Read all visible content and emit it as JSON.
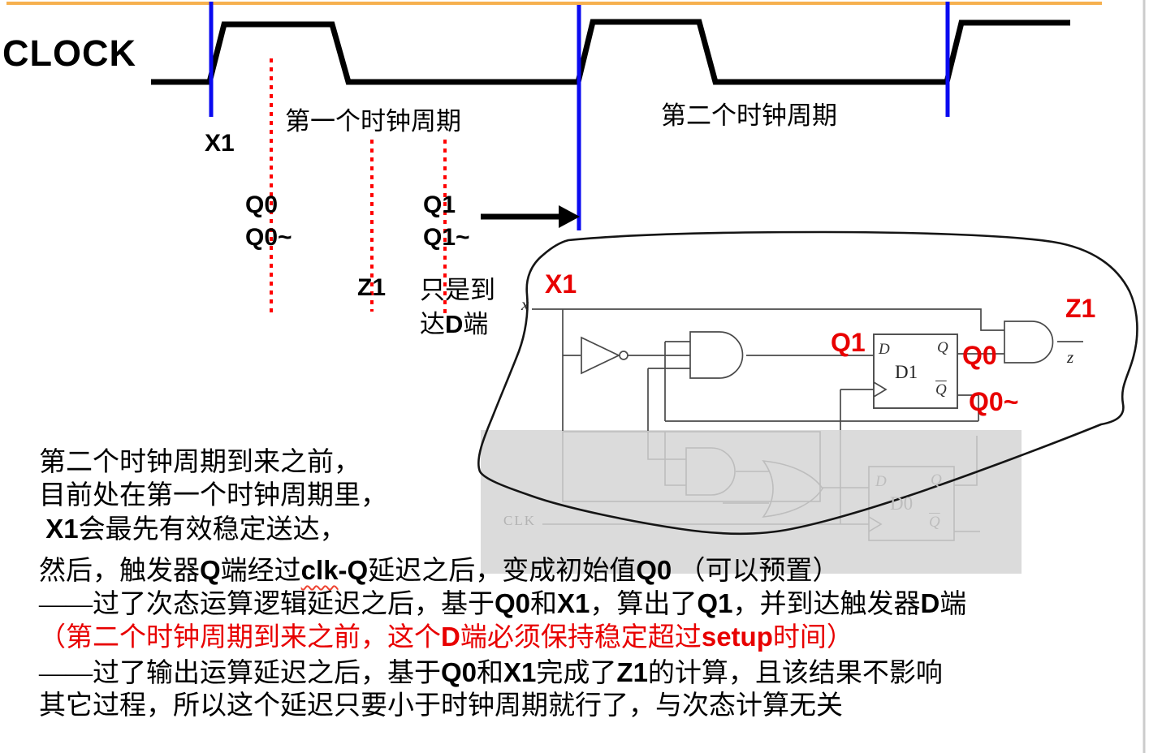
{
  "colors": {
    "accent_orange": "#F6B04E",
    "edge_blue": "#0A0AF0",
    "marker_red": "#FF0000",
    "label_red": "#E80000",
    "overlay_gray": "#DBDBDB"
  },
  "waveform": {
    "clock_label": "CLOCK",
    "period1_label": "第一个时钟周期",
    "period2_label": "第二个时钟周期"
  },
  "timing_labels": {
    "x1": "X1",
    "q0": "Q0",
    "q0_bar": "Q0~",
    "q1": "Q1",
    "q1_bar": "Q1~",
    "z1": "Z1",
    "z1_note_line1": "只是到",
    "z1_note_line2_segments": [
      {
        "t": "达"
      },
      {
        "t": "D",
        "b": true
      },
      {
        "t": "端"
      }
    ]
  },
  "circuit": {
    "input_label": "x",
    "output_label": "z",
    "clk_label": "CLK",
    "ff1": {
      "name": "D1",
      "d": "D",
      "q": "Q",
      "qbar": "Q"
    },
    "ff0": {
      "name": "D0",
      "d": "D",
      "q": "Q",
      "qbar": "Q"
    },
    "red_labels": {
      "x1": "X1",
      "q1": "Q1",
      "q0": "Q0",
      "q0_bar": "Q0~",
      "z1": "Z1"
    }
  },
  "paragraph": {
    "lines": [
      {
        "segments": [
          {
            "t": "第二个时钟周期到来之前，"
          }
        ]
      },
      {
        "segments": [
          {
            "t": "目前处在第一个时钟周期里，"
          }
        ]
      },
      {
        "segments": [
          {
            "t": " "
          },
          {
            "t": "X1",
            "b": true
          },
          {
            "t": "会最先有效稳定送达，"
          }
        ]
      },
      {
        "segments": [
          {
            "t": "然后，触发器"
          },
          {
            "t": "Q",
            "b": true
          },
          {
            "t": "端经过"
          },
          {
            "t": "clk",
            "b": true,
            "wavy": true
          },
          {
            "t": "-Q",
            "b": true
          },
          {
            "t": "延迟之后，变成初始值"
          },
          {
            "t": "Q0",
            "b": true
          },
          {
            "t": " （可以预置）"
          }
        ]
      },
      {
        "segments": [
          {
            "t": "——过了次态运算逻辑延迟之后，基于"
          },
          {
            "t": "Q0",
            "b": true
          },
          {
            "t": "和"
          },
          {
            "t": "X1",
            "b": true
          },
          {
            "t": "，算出了"
          },
          {
            "t": "Q1",
            "b": true
          },
          {
            "t": "，并到达触发器"
          },
          {
            "t": "D",
            "b": true
          },
          {
            "t": "端"
          }
        ]
      },
      {
        "segments": [
          {
            "t": "（第二个时钟周期到来之前，这个"
          },
          {
            "t": "D",
            "b": true
          },
          {
            "t": "端必须保持稳定超过"
          },
          {
            "t": "setup",
            "b": true
          },
          {
            "t": "时间）"
          }
        ]
      },
      {
        "segments": [
          {
            "t": "——过了输出运算延迟之后，基于"
          },
          {
            "t": "Q0",
            "b": true
          },
          {
            "t": "和"
          },
          {
            "t": "X1",
            "b": true
          },
          {
            "t": "完成了"
          },
          {
            "t": "Z1",
            "b": true
          },
          {
            "t": "的计算，且该结果不影响"
          }
        ]
      },
      {
        "segments": [
          {
            "t": "其它过程，所以这个延迟只要小于时钟周期就行了，与次态计算无关"
          }
        ]
      }
    ]
  }
}
